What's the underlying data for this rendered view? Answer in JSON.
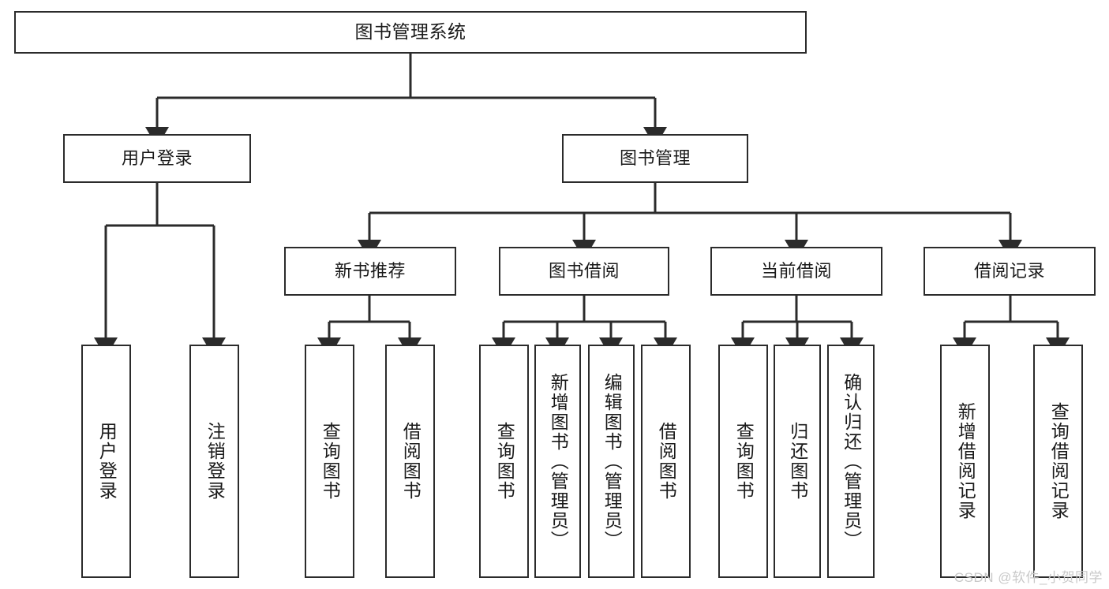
{
  "diagram": {
    "title": "图书管理系统",
    "root": {
      "label": "图书管理系统"
    },
    "level1": [
      {
        "label": "用户登录"
      },
      {
        "label": "图书管理"
      }
    ],
    "level2": [
      {
        "label": "新书推荐"
      },
      {
        "label": "图书借阅"
      },
      {
        "label": "当前借阅"
      },
      {
        "label": "借阅记录"
      }
    ],
    "leaves": {
      "user_login": [
        {
          "label": "用户登录"
        },
        {
          "label": "注销登录"
        }
      ],
      "new_book_recommend": [
        {
          "label": "查询图书"
        },
        {
          "label": "借阅图书"
        }
      ],
      "book_borrow": [
        {
          "label": "查询图书"
        },
        {
          "label": "新增图书（管理员）"
        },
        {
          "label": "编辑图书（管理员）"
        },
        {
          "label": "借阅图书"
        }
      ],
      "current_borrow": [
        {
          "label": "查询图书"
        },
        {
          "label": "归还图书"
        },
        {
          "label": "确认归还（管理员）"
        }
      ],
      "borrow_record": [
        {
          "label": "新增借阅记录"
        },
        {
          "label": "查询借阅记录"
        }
      ]
    }
  },
  "watermark": {
    "text": "CSDN @软件_小贺同学"
  },
  "colors": {
    "stroke": "#2b2b2b",
    "background": "#ffffff",
    "text": "#1a1a1a",
    "watermark": "#c9c9c9"
  }
}
